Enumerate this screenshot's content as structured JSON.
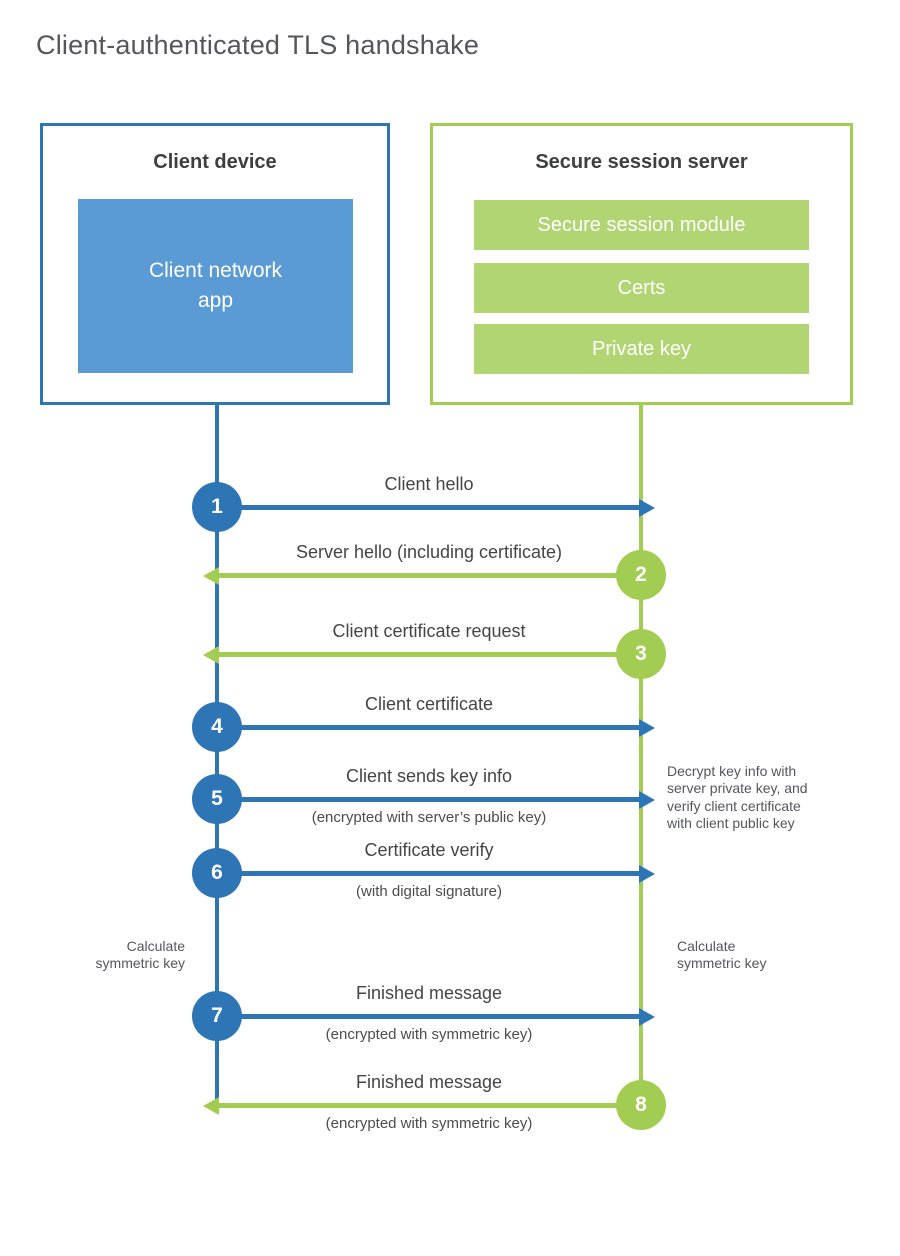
{
  "title": "Client-authenticated TLS handshake",
  "colors": {
    "blue": "#2E75B6",
    "blue_light": "#5B9BD5",
    "green": "#A3CC52",
    "green_light": "#B2D573",
    "label_text": "#454547",
    "title_text": "#54565a"
  },
  "client": {
    "title": "Client device",
    "app_label": "Client network app"
  },
  "server": {
    "title": "Secure session server",
    "modules": [
      "Secure session module",
      "Certs",
      "Private key"
    ]
  },
  "steps": [
    {
      "num": "1",
      "label": "Client hello",
      "sub": "",
      "direction": "right",
      "color": "blue"
    },
    {
      "num": "2",
      "label": "Server hello (including certificate)",
      "sub": "",
      "direction": "left",
      "color": "green"
    },
    {
      "num": "3",
      "label": "Client certificate request",
      "sub": "",
      "direction": "left",
      "color": "green"
    },
    {
      "num": "4",
      "label": "Client certificate",
      "sub": "",
      "direction": "right",
      "color": "blue"
    },
    {
      "num": "5",
      "label": "Client sends key info",
      "sub": "(encrypted with server’s public key)",
      "direction": "right",
      "color": "blue"
    },
    {
      "num": "6",
      "label": "Certificate verify",
      "sub": "(with digital signature)",
      "direction": "right",
      "color": "blue"
    },
    {
      "num": "7",
      "label": "Finished message",
      "sub": "(encrypted with symmetric key)",
      "direction": "right",
      "color": "blue"
    },
    {
      "num": "8",
      "label": "Finished message",
      "sub": "(encrypted with symmetric key)",
      "direction": "left",
      "color": "green"
    }
  ],
  "annotations": {
    "decrypt_note": "Decrypt key info with server private key, and verify client certificate with client public key",
    "calc_left": "Calculate symmetric key",
    "calc_right": "Calculate symmetric key"
  }
}
